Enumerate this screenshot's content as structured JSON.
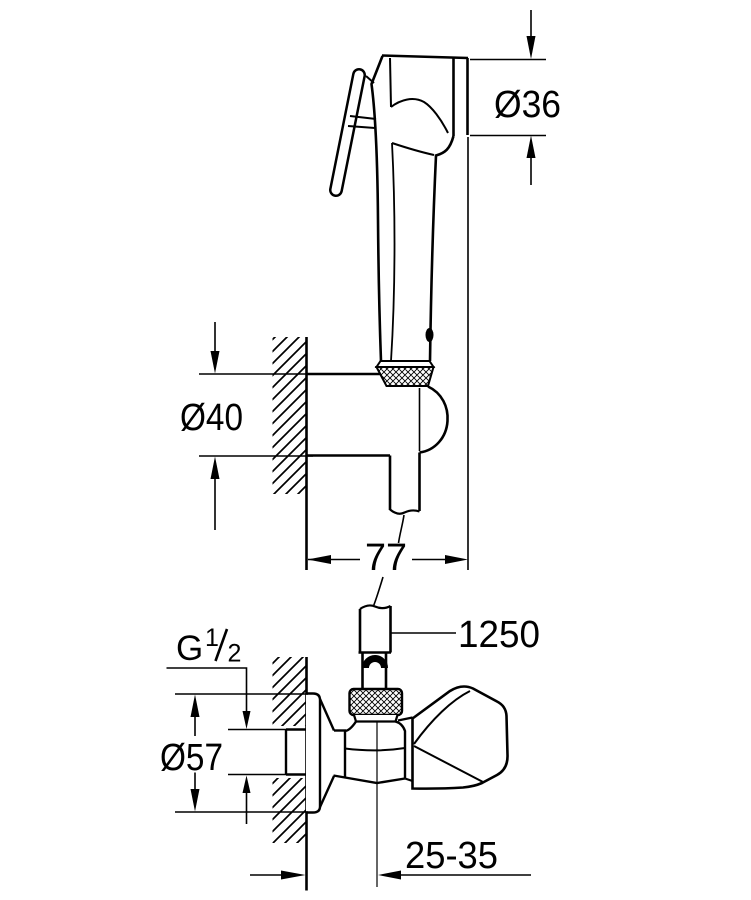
{
  "page": {
    "background": "#ffffff",
    "line_color": "#000000"
  },
  "drawing": {
    "type": "technical dimension drawing",
    "dimensions": {
      "spray_head_diameter": "Ø36",
      "holder_diameter": "Ø40",
      "holder_projection": "77",
      "hose_length": "1250",
      "thread_letter": "G",
      "thread_fraction_numerator": "1",
      "thread_fraction_slash": "/",
      "thread_fraction_denominator": "2",
      "escutcheon_diameter": "Ø57",
      "wall_offset_range": "25-35"
    }
  }
}
